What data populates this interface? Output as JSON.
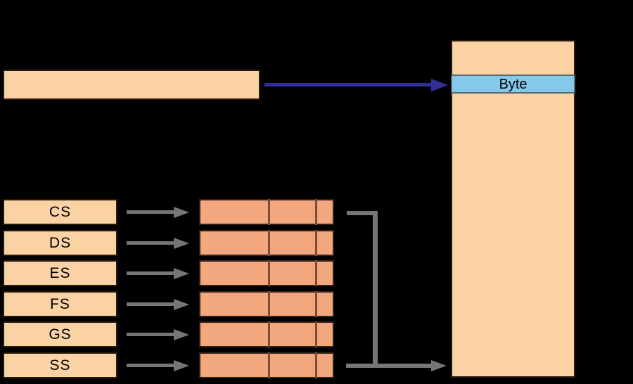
{
  "colors": {
    "background": "#000000",
    "text": "#000000",
    "box_fill": "#FAD2A4",
    "box_border": "#2A1C0C",
    "descriptor_fill": "#F2A77E",
    "descriptor_border": "#35211A",
    "descriptor_divider": "#7E4B36",
    "byte_fill": "#85C9EA",
    "byte_border": "#55686F",
    "blue_arrow": "#312E9E",
    "gray_arrow": "#767676"
  },
  "memory": {
    "byte_label": "Byte"
  },
  "segment_registers": [
    "CS",
    "DS",
    "ES",
    "FS",
    "GS",
    "SS"
  ]
}
